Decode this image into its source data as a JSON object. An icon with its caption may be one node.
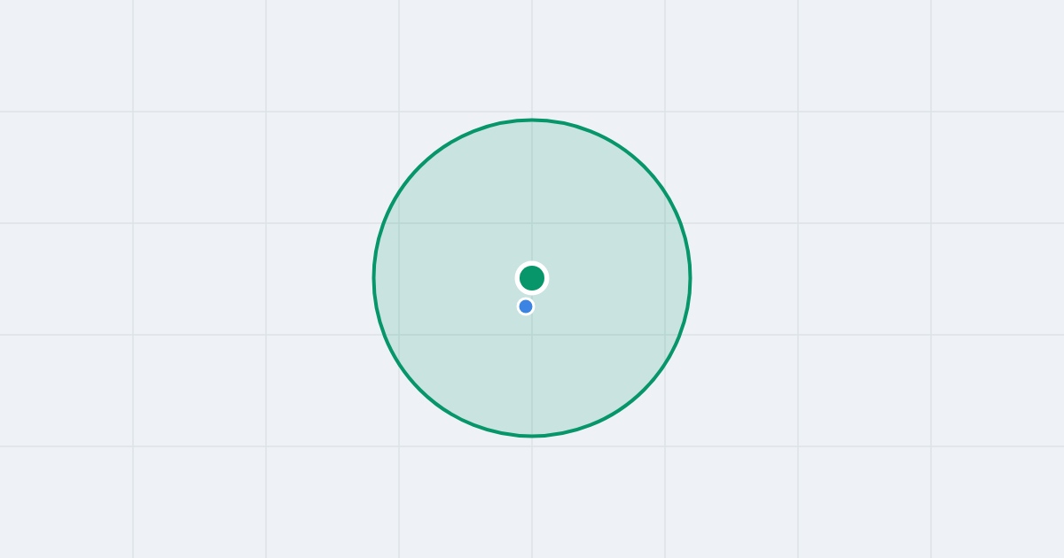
{
  "diagram": {
    "nodes": [
      {
        "text": [],
        "shape": "circle"
      },
      {
        "text": [],
        "shape": "circle",
        "in": 0
      },
      {
        "text": [],
        "shape": "circle",
        "in": 0
      }
    ]
  }
}
